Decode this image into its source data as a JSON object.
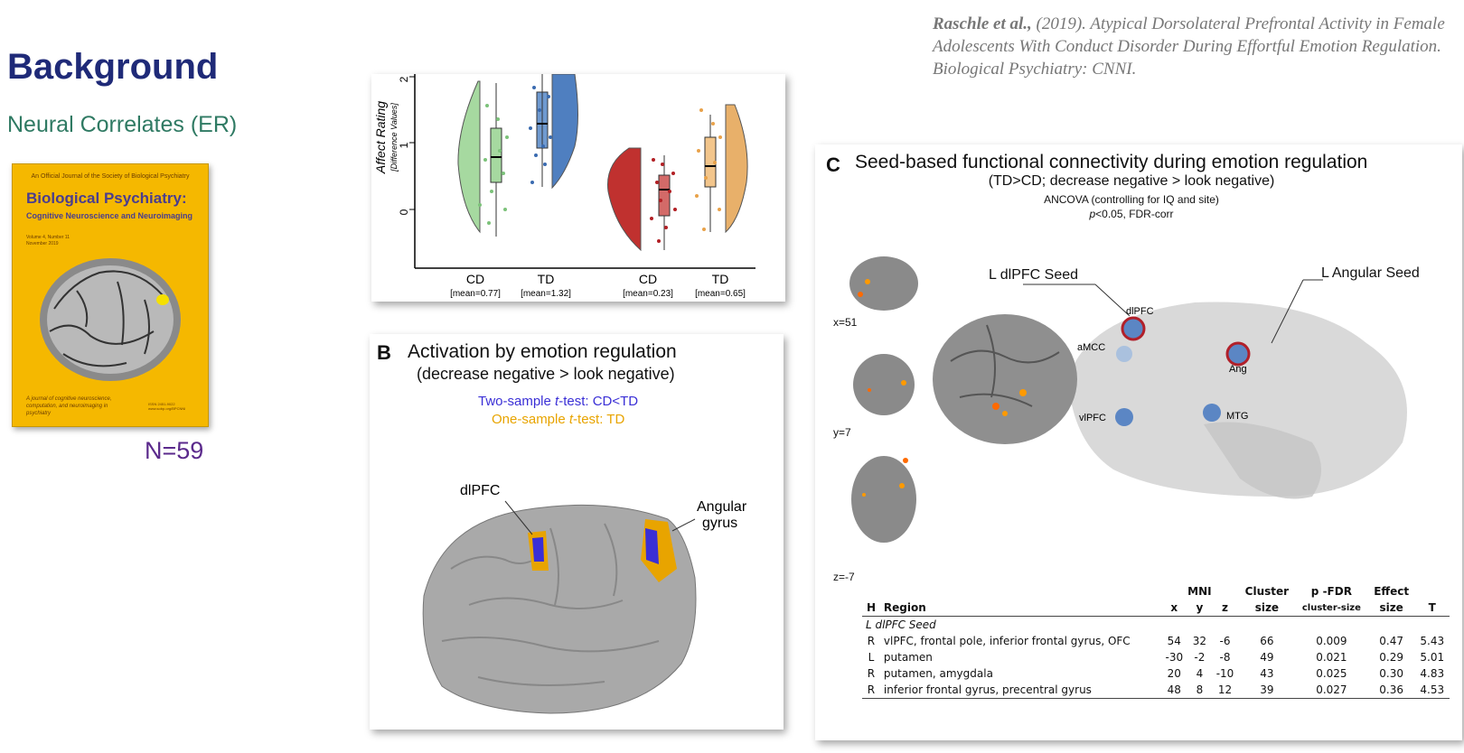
{
  "slide": {
    "title": "Background",
    "subtitle": "Neural Correlates (ER)",
    "sample_size": "N=59"
  },
  "citation": {
    "authors": "Raschle et al.,",
    "rest": " (2019). Atypical Dorsolateral Prefrontal Activity in Female Adolescents With Conduct Disorder During Effortful Emotion Regulation. Biological Psychiatry: CNNI."
  },
  "journal_cover": {
    "tagline": "An Official Journal of the Society of Biological Psychiatry",
    "title": "Biological Psychiatry:",
    "subtitle": "Cognitive Neuroscience and Neuroimaging",
    "issue": "Volume 4, Number 11",
    "date": "November 2019",
    "blurb": "A journal of cognitive neuroscience, computation, and neuroimaging in psychiatry",
    "issn": "ISSN 2451-9022",
    "url": "www.sobp.org/BPCNNI"
  },
  "panel_a": {
    "ylabel": "Affect Rating",
    "ylabel_sub": "[Difference Values]",
    "groups": [
      {
        "name": "CD",
        "mean_label": "[mean=0.77]",
        "color": "#9fd39a"
      },
      {
        "name": "TD",
        "mean_label": "[mean=1.32]",
        "color": "#4f7fc0"
      },
      {
        "name": "CD",
        "mean_label": "[mean=0.23]",
        "color": "#c0312f"
      },
      {
        "name": "TD",
        "mean_label": "[mean=0.65]",
        "color": "#e8b06a"
      }
    ],
    "yticks": [
      "0",
      "1",
      "2"
    ]
  },
  "panel_b": {
    "label": "B",
    "title": "Activation by emotion regulation",
    "subtitle": "(decrease negative > look negative)",
    "legend_1": "Two-sample ",
    "legend_1_t": "t",
    "legend_1_rest": "-test: CD<TD",
    "legend_2": "One-sample ",
    "legend_2_t": "t",
    "legend_2_rest": "-test: TD",
    "legend_1_color": "#3a2fd6",
    "legend_2_color": "#e8a400",
    "annot_dlpfc": "dlPFC",
    "annot_angular_1": "Angular",
    "annot_angular_2": "gyrus"
  },
  "panel_c": {
    "label": "C",
    "title": "Seed-based functional connectivity during emotion regulation",
    "subtitle": "(TD>CD; decrease negative > look negative)",
    "method": "ANCOVA (controlling for IQ and site)",
    "threshold_p": "p",
    "threshold_rest": "<0.05, FDR-corr",
    "slice_labels": [
      "x=51",
      "y=7",
      "z=-7"
    ],
    "seed_left": "L dlPFC Seed",
    "seed_right": "L Angular Seed",
    "nodes": [
      "dlPFC",
      "aMCC",
      "Ang",
      "vlPFC",
      "MTG"
    ],
    "table": {
      "header_top": [
        "MNI",
        "Cluster",
        "p -FDR",
        "Effect"
      ],
      "header": [
        "H",
        "Region",
        "x",
        "y",
        "z",
        "size",
        "cluster-size",
        "size",
        "T"
      ],
      "section": "L dlPFC Seed",
      "rows": [
        [
          "R",
          "vlPFC, frontal pole, inferior frontal gyrus, OFC",
          "54",
          "32",
          "-6",
          "66",
          "0.009",
          "0.47",
          "5.43"
        ],
        [
          "L",
          "putamen",
          "-30",
          "-2",
          "-8",
          "49",
          "0.021",
          "0.29",
          "5.01"
        ],
        [
          "R",
          "putamen, amygdala",
          "20",
          "4",
          "-10",
          "43",
          "0.025",
          "0.30",
          "4.83"
        ],
        [
          "R",
          "inferior frontal gyrus, precentral gyrus",
          "48",
          "8",
          "12",
          "39",
          "0.027",
          "0.36",
          "4.53"
        ]
      ]
    }
  }
}
